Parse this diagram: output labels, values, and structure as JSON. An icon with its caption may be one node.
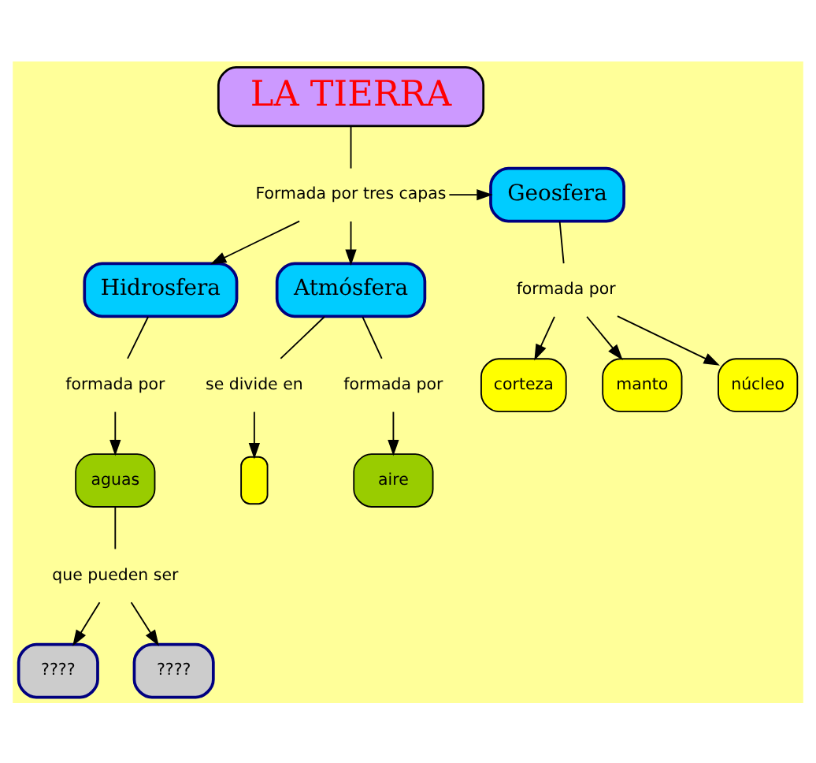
{
  "diagram": {
    "nodes": [
      {
        "text": [
          "LA TIERRA"
        ]
      },
      {
        "text": [
          "Formada por tres capas"
        ]
      },
      {
        "text": [
          "Geosfera"
        ]
      },
      {
        "text": [
          "formada por"
        ]
      },
      {
        "text": [
          "Hidrosfera"
        ]
      },
      {
        "text": [
          "Atmósfera"
        ]
      },
      {
        "text": [
          "núcleo"
        ]
      },
      {
        "text": [
          "corteza"
        ]
      },
      {
        "text": [
          "manto"
        ]
      },
      {
        "text": [
          "formada por"
        ]
      },
      {
        "text": [
          "se divide en"
        ]
      },
      {
        "text": [
          "formada por"
        ]
      },
      {
        "text": [
          "aguas"
        ]
      },
      {
        "text": [
          "aire"
        ]
      },
      {
        "text": [
          "que pueden ser"
        ]
      },
      {
        "text": [],
        "shape": "box"
      },
      {
        "text": [
          "????"
        ]
      },
      {
        "text": [
          "????"
        ]
      }
    ],
    "edges": [
      {
        "from": 0,
        "to": 1,
        "arrow": "none"
      },
      {
        "from": 1,
        "to": 2,
        "arrow": "to"
      },
      {
        "from": 1,
        "to": 4,
        "arrow": "to"
      },
      {
        "from": 1,
        "to": 5,
        "arrow": "to"
      },
      {
        "from": 2,
        "to": 3,
        "arrow": "none"
      },
      {
        "from": 3,
        "to": 7,
        "arrow": "to"
      },
      {
        "from": 3,
        "to": 8,
        "arrow": "to"
      },
      {
        "from": 3,
        "to": 6,
        "arrow": "to"
      },
      {
        "from": 4,
        "to": 9,
        "arrow": "none"
      },
      {
        "from": 9,
        "to": 12,
        "arrow": "to"
      },
      {
        "from": 12,
        "to": 14,
        "arrow": "none"
      },
      {
        "from": 14,
        "to": 16,
        "arrow": "to"
      },
      {
        "from": 14,
        "to": 17,
        "arrow": "to"
      },
      {
        "from": 5,
        "to": 10,
        "arrow": "none"
      },
      {
        "from": 5,
        "to": 11,
        "arrow": "none"
      },
      {
        "from": 10,
        "to": 15,
        "arrow": "to"
      },
      {
        "from": 11,
        "to": 13,
        "arrow": "to"
      }
    ]
  }
}
